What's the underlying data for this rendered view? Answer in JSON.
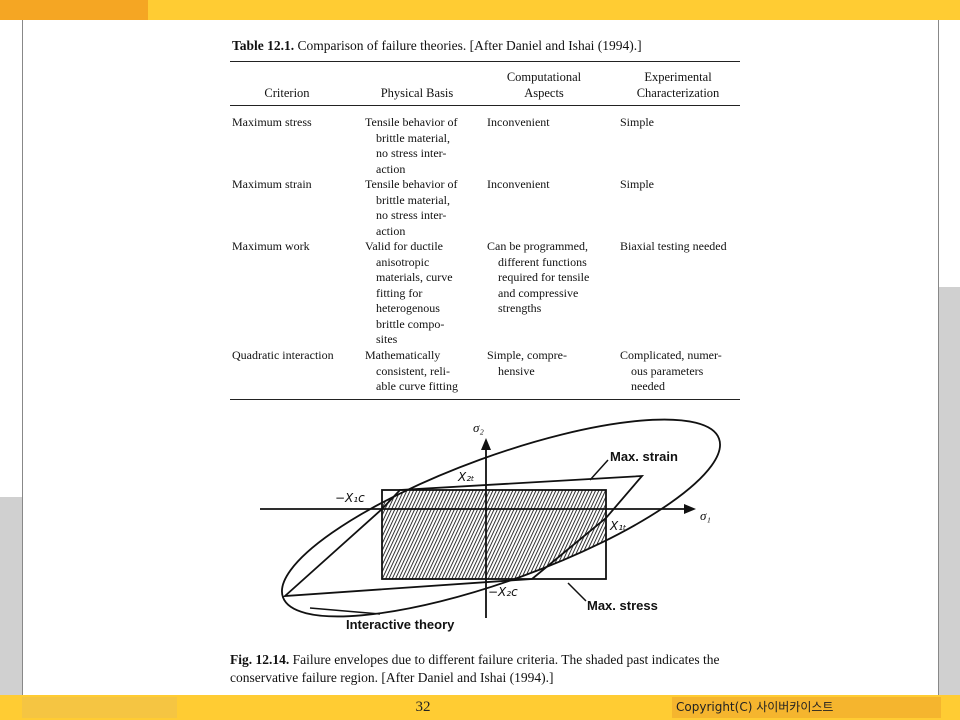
{
  "slide": {
    "page_number": "32",
    "copyright": "Copyright(C) 사이버카이스트"
  },
  "table": {
    "title_bold": "Table 12.1.",
    "title_rest": " Comparison of failure theories. [After Daniel and Ishai (1994).]",
    "headers": {
      "criterion": [
        "Criterion"
      ],
      "physical": [
        "Physical Basis"
      ],
      "computational": [
        "Computational",
        "Aspects"
      ],
      "experimental": [
        "Experimental",
        "Characterization"
      ]
    },
    "rows": [
      {
        "criterion": "Maximum stress",
        "physical": [
          "Tensile behavior of",
          "brittle material,",
          "no stress inter-",
          "action"
        ],
        "computational": [
          "Inconvenient"
        ],
        "experimental": [
          "Simple"
        ]
      },
      {
        "criterion": "Maximum strain",
        "physical": [
          "Tensile behavior of",
          "brittle material,",
          "no stress inter-",
          "action"
        ],
        "computational": [
          "Inconvenient"
        ],
        "experimental": [
          "Simple"
        ]
      },
      {
        "criterion": "Maximum work",
        "physical": [
          "Valid for ductile",
          "anisotropic",
          "materials, curve",
          "fitting for",
          "heterogenous",
          "brittle compo-",
          "sites"
        ],
        "computational": [
          "Can be programmed,",
          "different functions",
          "required for tensile",
          "and compressive",
          "strengths"
        ],
        "experimental": [
          "Biaxial testing needed"
        ]
      },
      {
        "criterion": "Quadratic interaction",
        "physical": [
          "Mathematically",
          "consistent, reli-",
          "able curve fitting"
        ],
        "computational": [
          "Simple, compre-",
          "hensive"
        ],
        "experimental": [
          "Complicated, numer-",
          "ous parameters",
          "needed"
        ]
      }
    ]
  },
  "figure": {
    "labels": {
      "sigma2": "σ₂",
      "sigma1": "σ₁",
      "x2t": "X₂ₜ",
      "x1c": "−X₁c",
      "x1t": "X₁ₜ",
      "x2c": "−X₂c",
      "max_strain": "Max. strain",
      "max_stress": "Max. stress",
      "interactive": "Interactive theory"
    },
    "caption_bold": "Fig. 12.14.",
    "caption_rest": " Failure envelopes due to different failure criteria. The shaded past indicates the conservative failure region. [After Daniel and Ishai (1994).]"
  }
}
